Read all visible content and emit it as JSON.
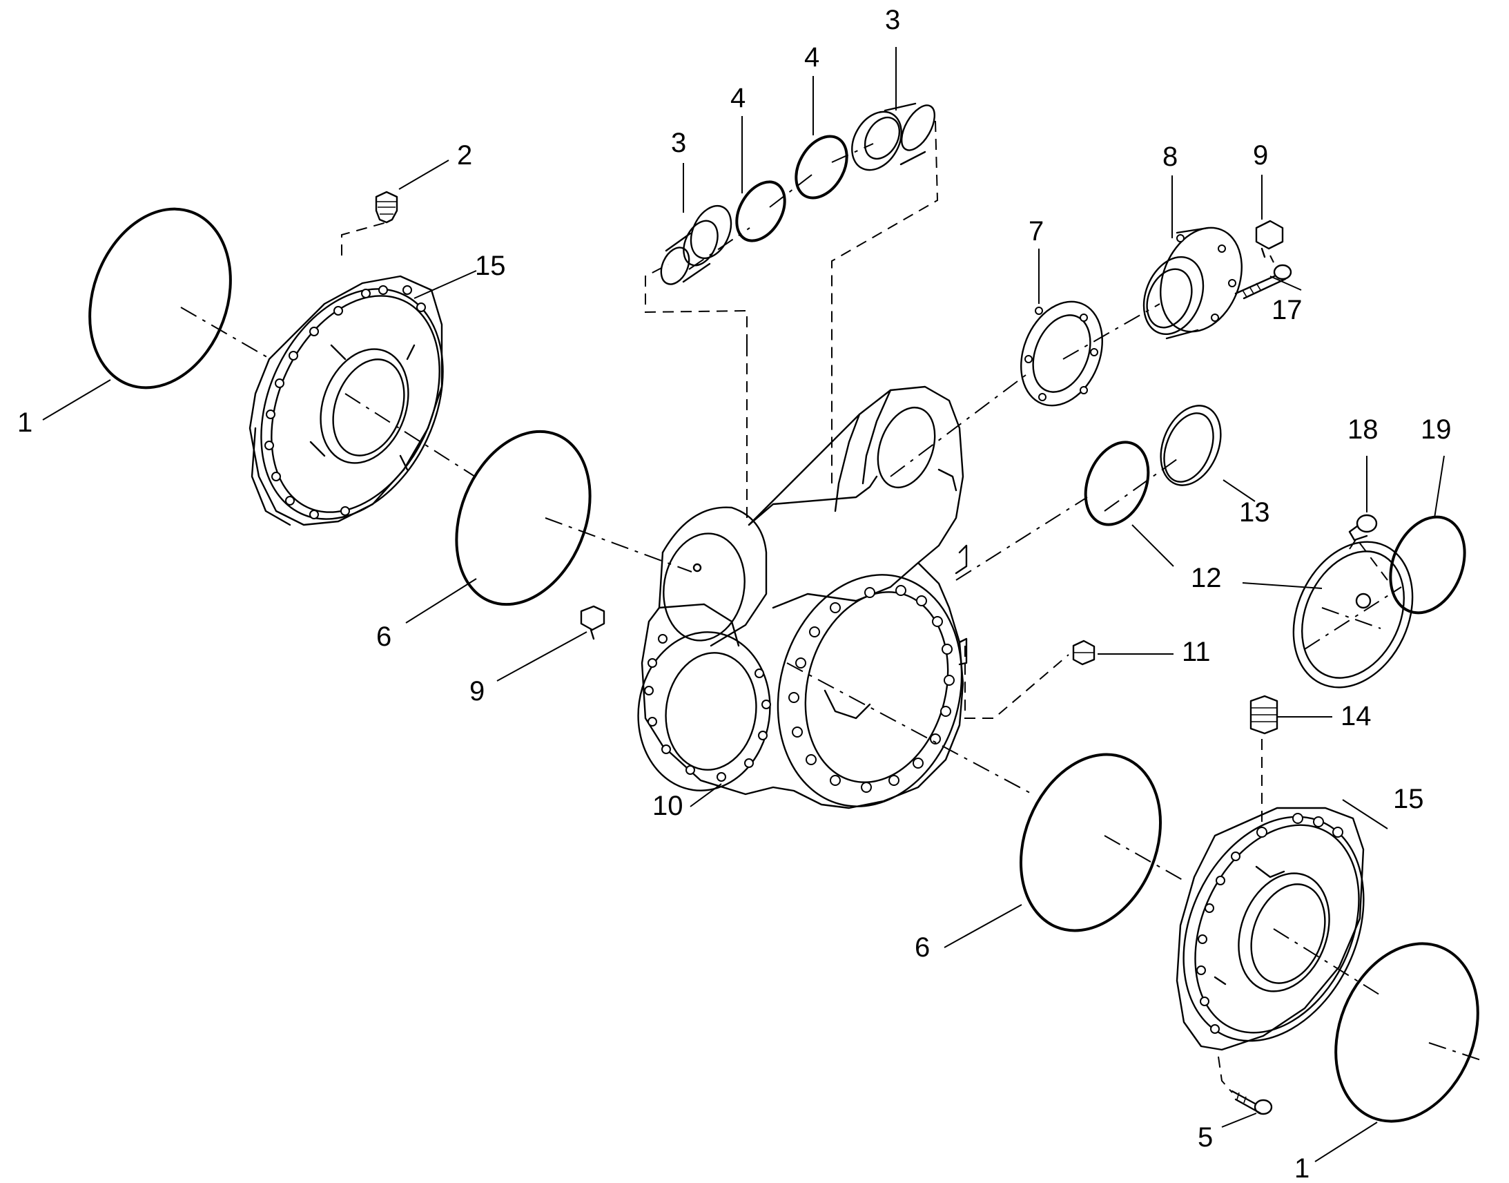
{
  "diagram": {
    "colors": {
      "ink": "#000000",
      "paper": "#ffffff"
    },
    "callouts": [
      {
        "id": "c1a",
        "text": "1"
      },
      {
        "id": "c1b",
        "text": "1"
      },
      {
        "id": "c2",
        "text": "2"
      },
      {
        "id": "c3a",
        "text": "3"
      },
      {
        "id": "c3b",
        "text": "3"
      },
      {
        "id": "c4a",
        "text": "4"
      },
      {
        "id": "c4b",
        "text": "4"
      },
      {
        "id": "c5",
        "text": "5"
      },
      {
        "id": "c6a",
        "text": "6"
      },
      {
        "id": "c6b",
        "text": "6"
      },
      {
        "id": "c7",
        "text": "7"
      },
      {
        "id": "c8",
        "text": "8"
      },
      {
        "id": "c9a",
        "text": "9"
      },
      {
        "id": "c9b",
        "text": "9"
      },
      {
        "id": "c10",
        "text": "10"
      },
      {
        "id": "c11",
        "text": "11"
      },
      {
        "id": "c12",
        "text": "12"
      },
      {
        "id": "c13",
        "text": "13"
      },
      {
        "id": "c14",
        "text": "14"
      },
      {
        "id": "c15a",
        "text": "15"
      },
      {
        "id": "c15b",
        "text": "15"
      },
      {
        "id": "c17",
        "text": "17"
      },
      {
        "id": "c18",
        "text": "18"
      },
      {
        "id": "c19",
        "text": "19"
      }
    ]
  }
}
